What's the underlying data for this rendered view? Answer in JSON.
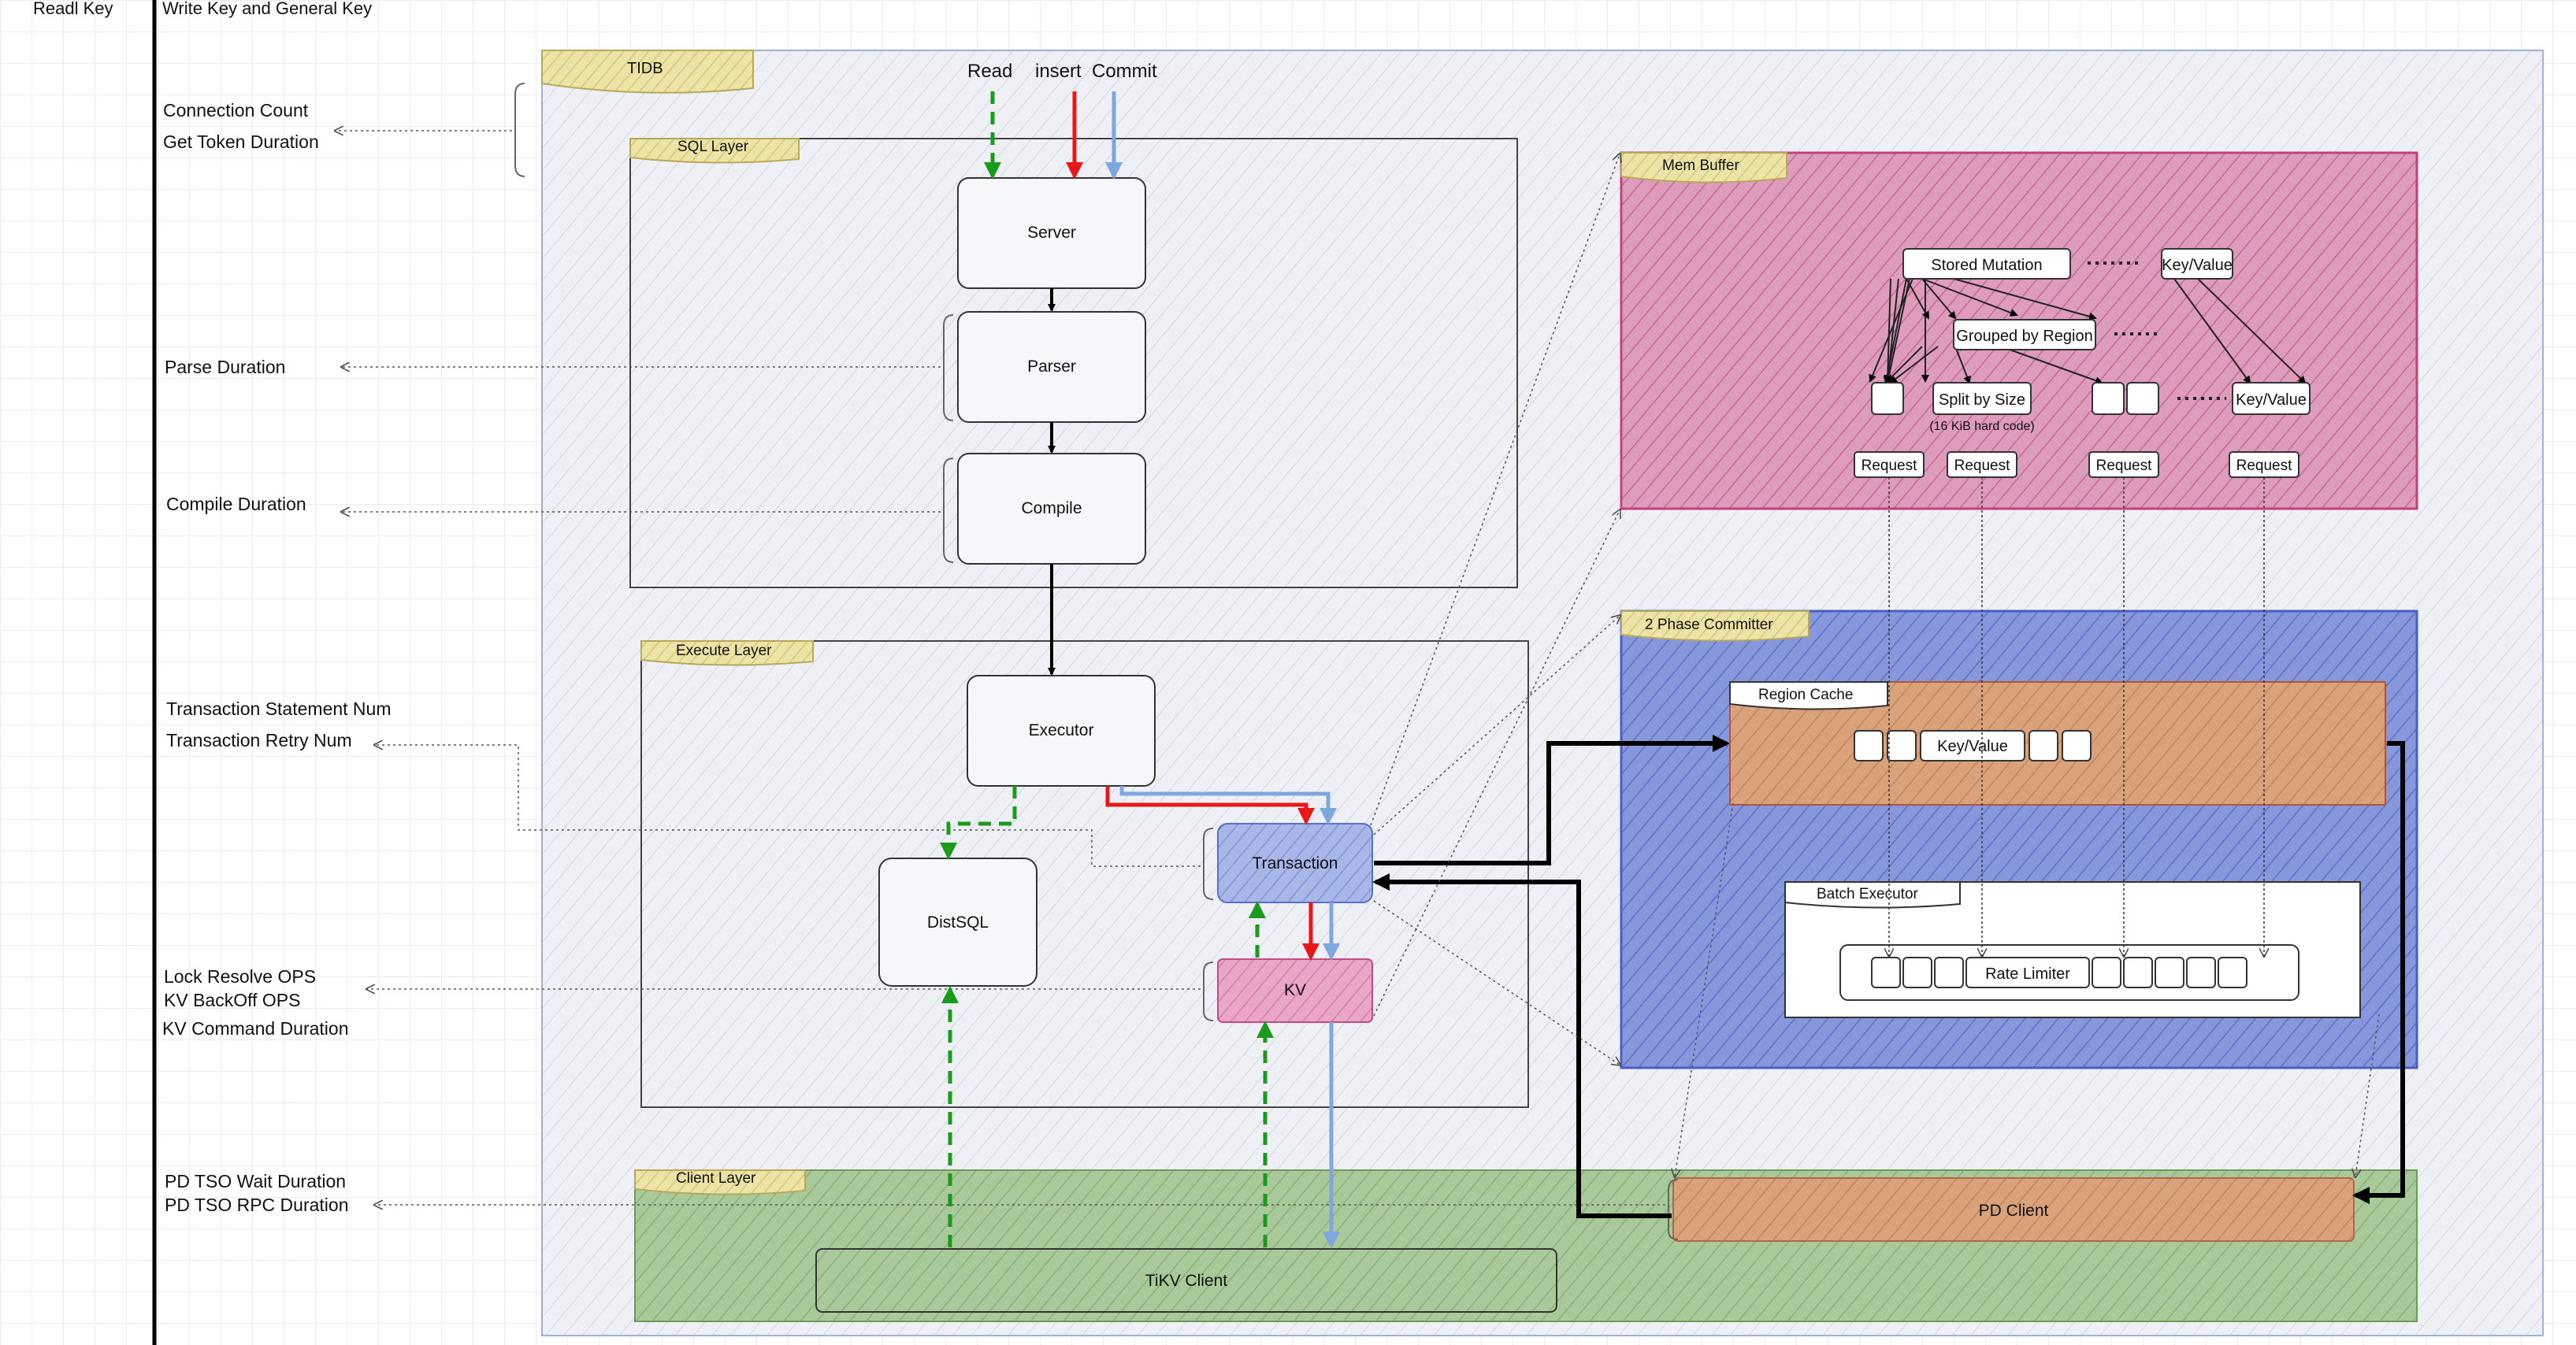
{
  "header": {
    "read_key": "Readl Key",
    "write_key": "Write Key and General Key"
  },
  "metrics": {
    "connection_count": "Connection Count",
    "get_token_duration": "Get Token Duration",
    "parse_duration": "Parse Duration",
    "compile_duration": "Compile Duration",
    "txn_statement_num": "Transaction Statement Num",
    "txn_retry_num": "Transaction Retry Num",
    "lock_resolve_ops": "Lock Resolve OPS",
    "kv_backoff_ops": "KV BackOff OPS",
    "kv_command_duration": "KV Command Duration",
    "pd_tso_wait_duration": "PD TSO Wait Duration",
    "pd_tso_rpc_duration": "PD TSO RPC Duration"
  },
  "flow": {
    "read": "Read",
    "insert": "insert",
    "commit": "Commit"
  },
  "containers": {
    "tidb": "TIDB",
    "sql_layer": "SQL Layer",
    "execute_layer": "Execute Layer",
    "client_layer": "Client Layer",
    "mem_buffer": "Mem Buffer",
    "two_phase_committer": "2 Phase Committer",
    "region_cache": "Region Cache",
    "batch_executor": "Batch Executor"
  },
  "nodes": {
    "server": "Server",
    "parser": "Parser",
    "compile": "Compile",
    "executor": "Executor",
    "distsql": "DistSQL",
    "transaction": "Transaction",
    "kv": "KV",
    "tikv_client": "TiKV Client",
    "pd_client": "PD Client",
    "rate_limiter": "Rate Limiter"
  },
  "membuffer": {
    "stored_mutation": "Stored Mutation",
    "key_value_1": "Key/Value",
    "grouped_by_region": "Grouped by Region",
    "split_by_size": "Split by Size",
    "split_note": "(16 KiB hard code)",
    "key_value_2": "Key/Value",
    "request_1": "Request",
    "request_2": "Request",
    "request_3": "Request",
    "request_4": "Request"
  },
  "region_cache": {
    "key_value": "Key/Value"
  },
  "colors": {
    "read_green": "#1c9a1c",
    "insert_red": "#e81818",
    "commit_blue": "#7ea7df",
    "mem_buffer": "#d07aa2",
    "committer": "#6a7fd0",
    "client_layer": "#8fb87a",
    "pd_client": "#d9a070",
    "tag_yellow": "#e2d68a"
  }
}
